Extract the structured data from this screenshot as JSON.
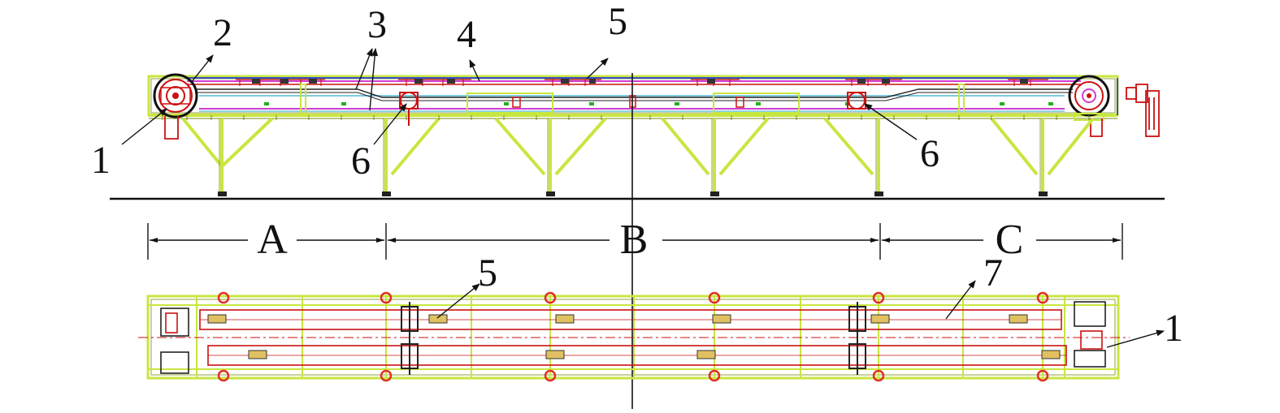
{
  "figure": {
    "callouts": {
      "c1_left": "1",
      "c2": "2",
      "c3": "3",
      "c4": "4",
      "c5_top": "5",
      "c6_left": "6",
      "c6_right": "6",
      "c5_bottom": "5",
      "c7": "7",
      "c1_right": "1"
    },
    "sections": {
      "a": "A",
      "b": "B",
      "c": "C"
    }
  },
  "colors": {
    "frame": "#c8e640",
    "frame_dark": "#7a8a12",
    "chain": "#cc1111",
    "belt_top": "#3a4fc9",
    "belt_mid": "#d23bd2",
    "belt_lower": "#52b8d8",
    "ink": "#111111",
    "accent_green": "#22b022"
  }
}
